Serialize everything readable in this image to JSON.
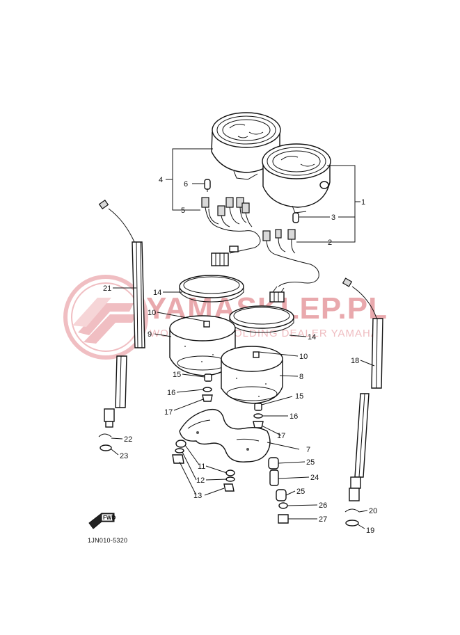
{
  "watermark": {
    "main": "YAMASKLEP.PL",
    "sub": "WORLDWIDE HOLDING DEALER YAMAHA"
  },
  "diagram_code": "1JN010-5320",
  "fwd_label": "FWD",
  "callouts": [
    {
      "id": "1",
      "label": "1"
    },
    {
      "id": "2",
      "label": "2"
    },
    {
      "id": "3",
      "label": "3"
    },
    {
      "id": "4",
      "label": "4"
    },
    {
      "id": "5",
      "label": "5"
    },
    {
      "id": "6",
      "label": "6"
    },
    {
      "id": "7",
      "label": "7"
    },
    {
      "id": "8",
      "label": "8"
    },
    {
      "id": "9",
      "label": "9"
    },
    {
      "id": "10a",
      "label": "10"
    },
    {
      "id": "10b",
      "label": "10"
    },
    {
      "id": "11",
      "label": "11"
    },
    {
      "id": "12",
      "label": "12"
    },
    {
      "id": "13",
      "label": "13"
    },
    {
      "id": "14a",
      "label": "14"
    },
    {
      "id": "14b",
      "label": "14"
    },
    {
      "id": "15a",
      "label": "15"
    },
    {
      "id": "15b",
      "label": "15"
    },
    {
      "id": "16a",
      "label": "16"
    },
    {
      "id": "16b",
      "label": "16"
    },
    {
      "id": "17a",
      "label": "17"
    },
    {
      "id": "17b",
      "label": "17"
    },
    {
      "id": "18",
      "label": "18"
    },
    {
      "id": "19",
      "label": "19"
    },
    {
      "id": "20",
      "label": "20"
    },
    {
      "id": "21",
      "label": "21"
    },
    {
      "id": "22",
      "label": "22"
    },
    {
      "id": "23",
      "label": "23"
    },
    {
      "id": "24",
      "label": "24"
    },
    {
      "id": "25a",
      "label": "25"
    },
    {
      "id": "25b",
      "label": "25"
    },
    {
      "id": "26",
      "label": "26"
    },
    {
      "id": "27",
      "label": "27"
    }
  ]
}
